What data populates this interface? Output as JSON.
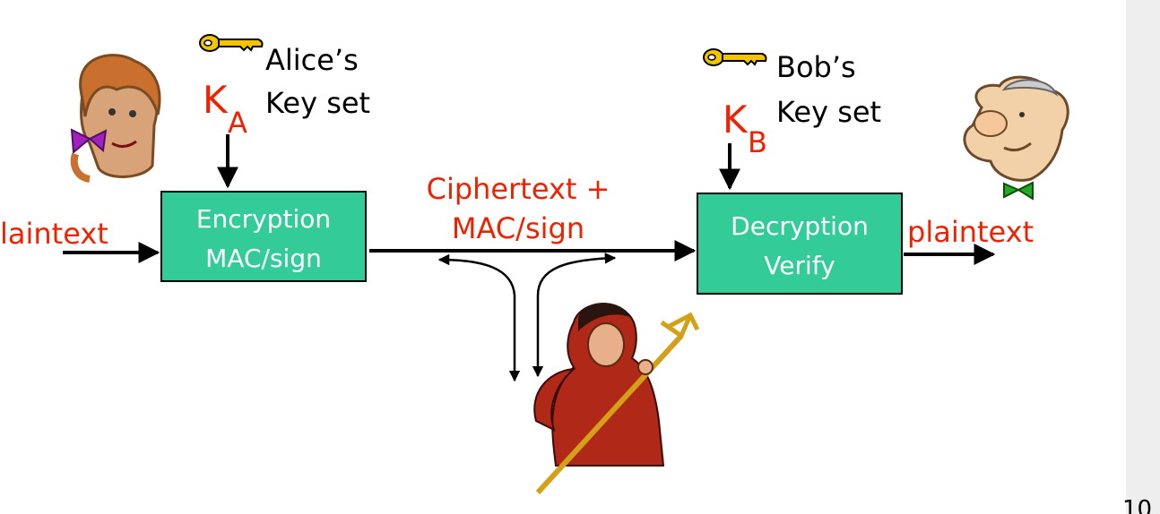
{
  "diagram": {
    "alice": {
      "key_label_line1": "Alice’s",
      "key_label_line2": "Key set",
      "key_letter": "K",
      "key_subscript": "A"
    },
    "bob": {
      "key_label_line1": "Bob’s",
      "key_label_line2": "Key set",
      "key_letter": "K",
      "key_subscript": "B"
    },
    "input_label": "laintext",
    "output_label": "plaintext",
    "encrypt_box": {
      "line1": "Encryption",
      "line2": "MAC/sign"
    },
    "decrypt_box": {
      "line1": "Decryption",
      "line2": "Verify"
    },
    "channel_label": {
      "line1": "Ciphertext +",
      "line2": "MAC/sign"
    },
    "page_number": "10"
  },
  "colors": {
    "box_fill": "#33cc99",
    "label_red": "#ee2200",
    "box_text": "#ffffff"
  },
  "icons": [
    "key-icon",
    "alice-avatar",
    "bob-avatar",
    "trudy-devil-avatar"
  ]
}
